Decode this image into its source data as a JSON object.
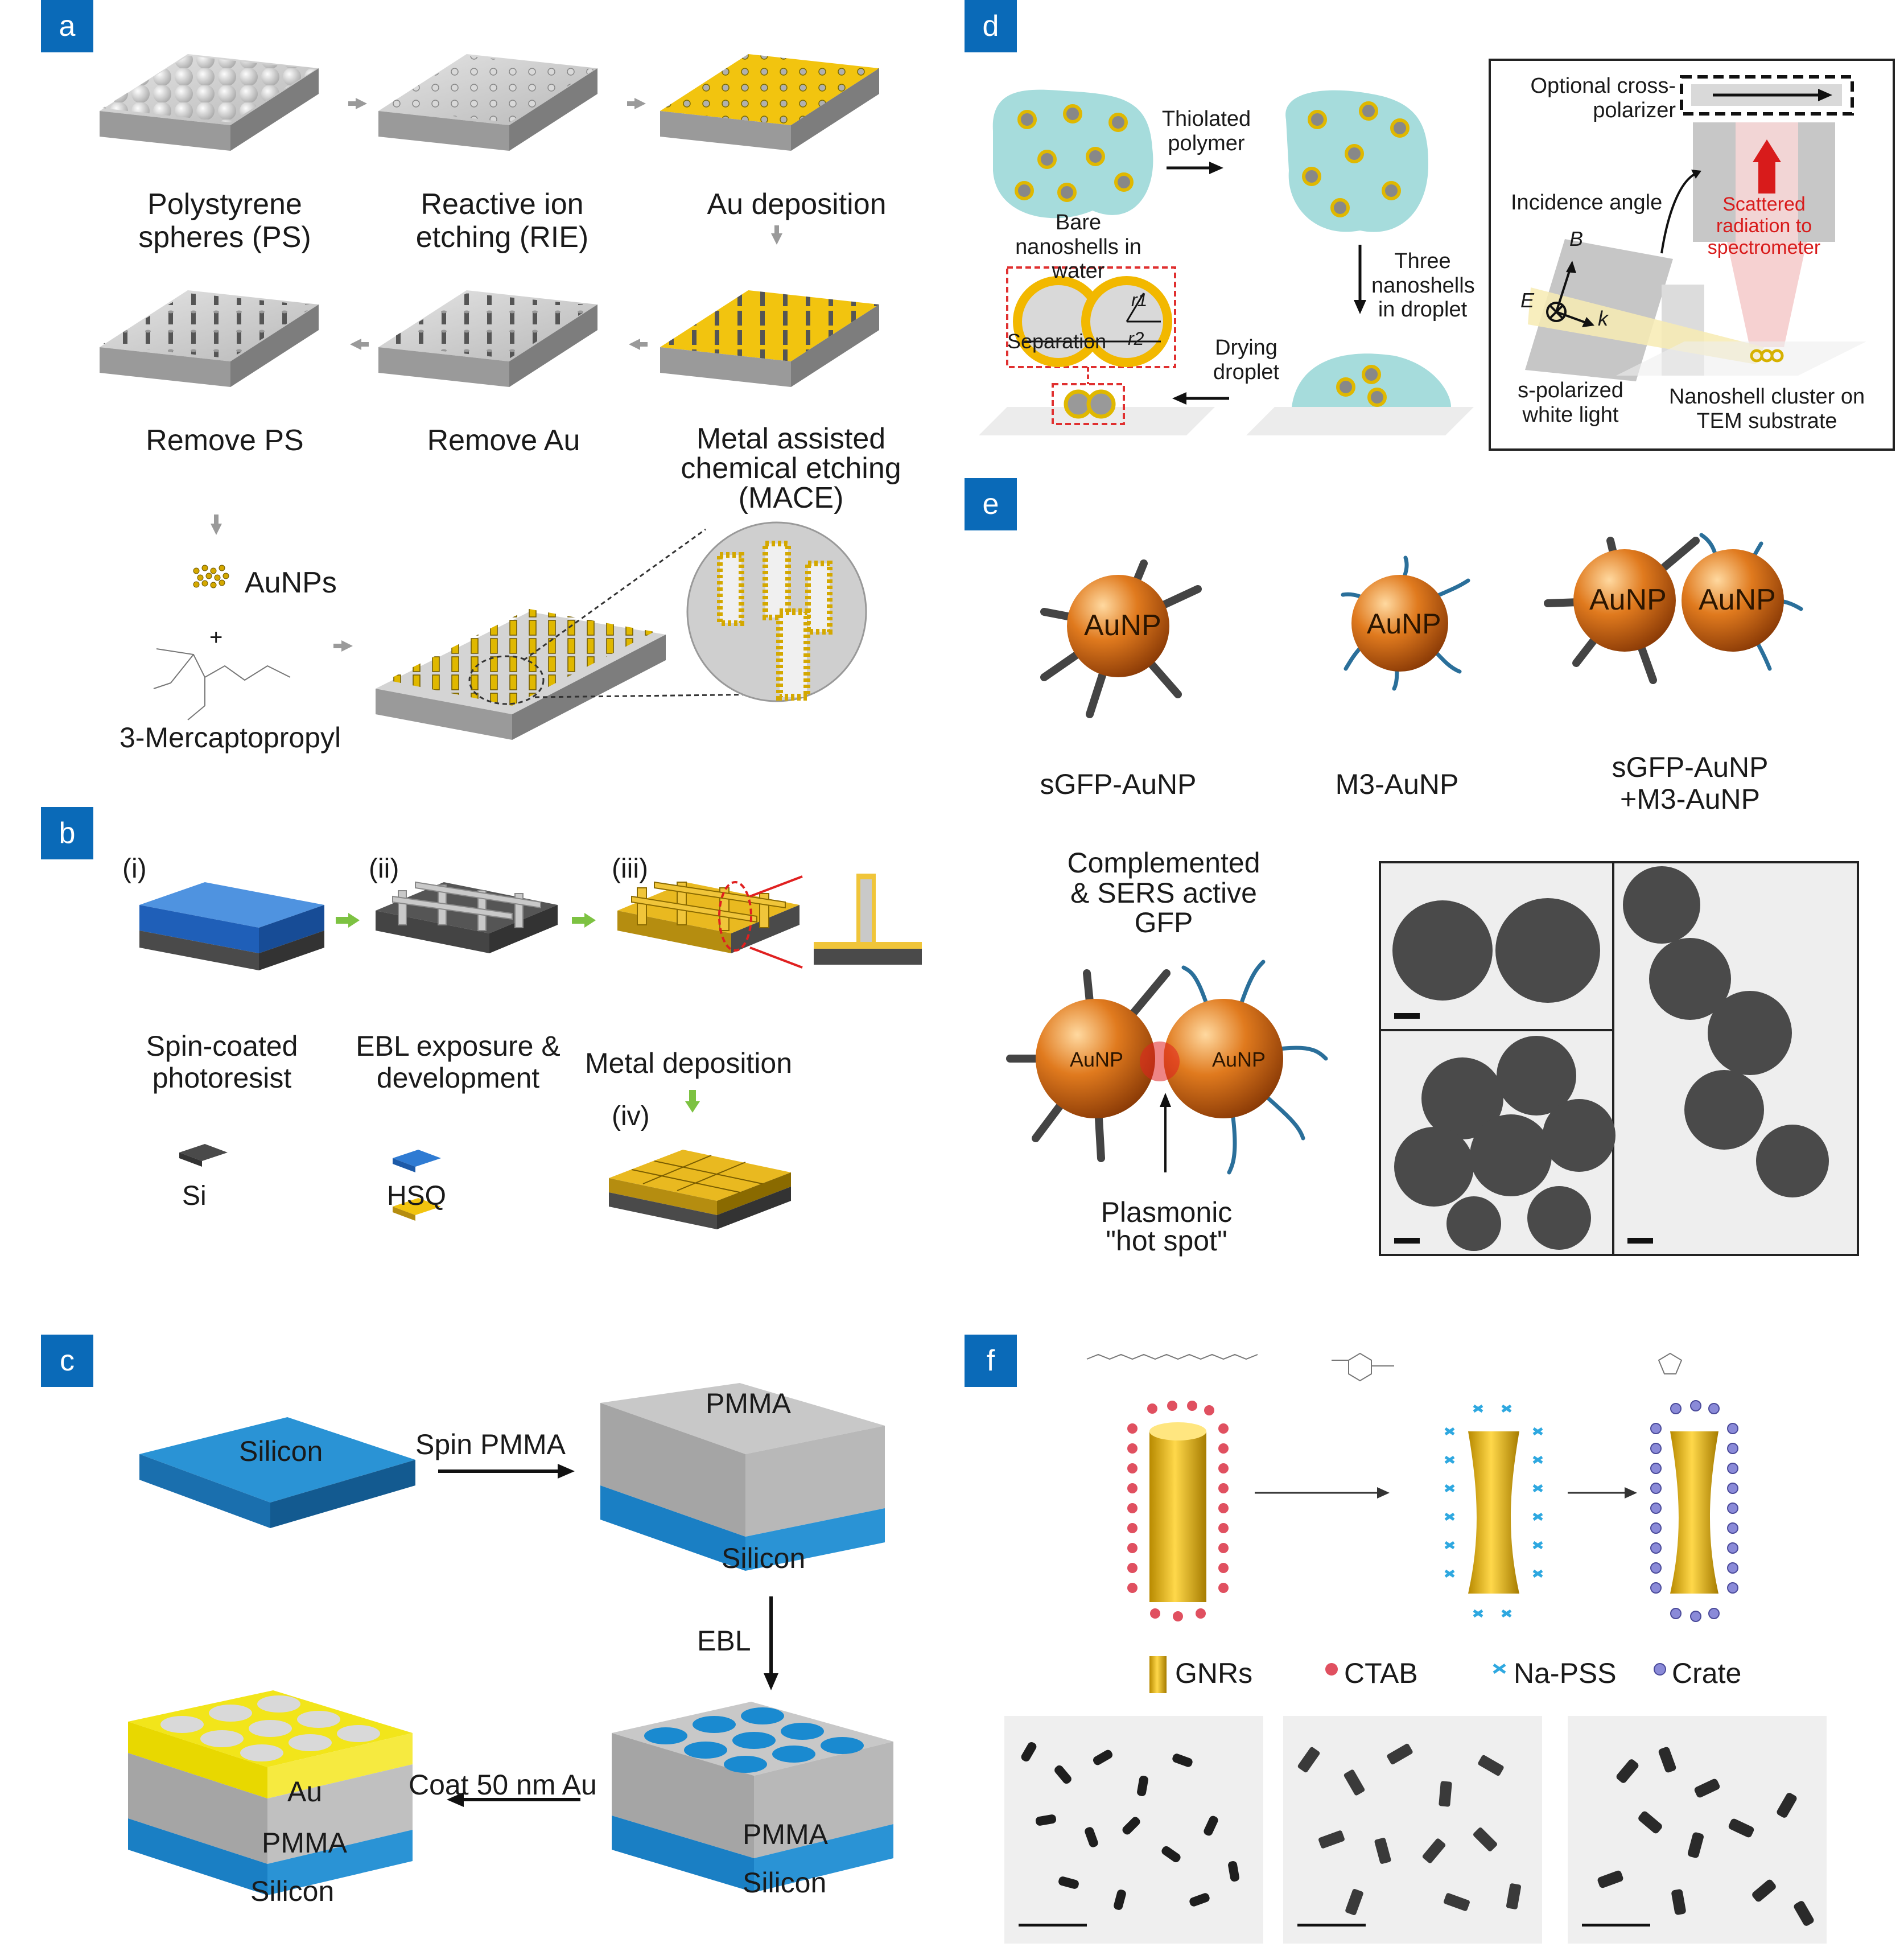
{
  "panels": {
    "a": {
      "badge": "a",
      "steps": [
        "Polystyrene spheres (PS)",
        "Reactive ion etching (RIE)",
        "Au deposition",
        "Remove PS",
        "Remove Au",
        "Metal assisted chemical etching (MACE)"
      ],
      "aunps": "AuNPs",
      "plus": "+",
      "linker": "3-Mercaptopropyl"
    },
    "b": {
      "badge": "b",
      "step_ids": [
        "(i)",
        "(ii)",
        "(iii)",
        "(iv)"
      ],
      "captions": [
        "Spin-coated photoresist",
        "EBL exposure & development",
        "Metal deposition"
      ],
      "legend": [
        "Si",
        "HSQ"
      ]
    },
    "c": {
      "badge": "c",
      "layers": {
        "silicon": "Silicon",
        "pmma": "PMMA",
        "au": "Au"
      },
      "arrows": [
        "Spin PMMA",
        "EBL",
        "Coat 50 nm Au"
      ]
    },
    "d": {
      "badge": "d",
      "labels": [
        "Bare nanoshells in water",
        "Thiolated polymer",
        "Three nanoshells in droplet",
        "Drying droplet",
        "Separation",
        "r1",
        "r2"
      ],
      "setup": [
        "Optional cross-polarizer",
        "Incidence angle",
        "Scattered radiation to spectrometer",
        "s-polarized white light",
        "Nanoshell cluster on TEM substrate",
        "B",
        "E",
        "k"
      ]
    },
    "e": {
      "badge": "e",
      "particles": [
        "sGFP-AuNP",
        "M3-AuNP",
        "sGFP-AuNP +M3-AuNP"
      ],
      "sphere_text": "AuNP",
      "complemented": "Complemented & SERS active GFP",
      "hotspot": "Plasmonic \"hot spot\""
    },
    "f": {
      "badge": "f",
      "legend": [
        "GNRs",
        "CTAB",
        "Na-PSS",
        "Crate"
      ]
    }
  }
}
